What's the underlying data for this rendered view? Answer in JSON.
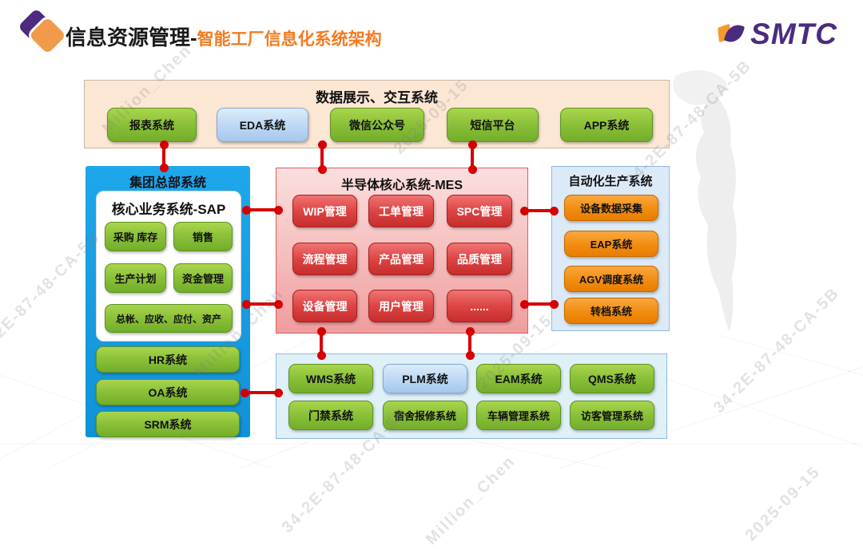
{
  "header": {
    "title_black": "信息资源管理-",
    "title_orange": "智能工厂信息化系统架构",
    "logo_text": "SMTC"
  },
  "top_box": {
    "title": "数据展示、交互系统",
    "buttons": [
      {
        "label": "报表系统",
        "variant": "green"
      },
      {
        "label": "EDA系统",
        "variant": "blue"
      },
      {
        "label": "微信公众号",
        "variant": "green"
      },
      {
        "label": "短信平台",
        "variant": "green"
      },
      {
        "label": "APP系统",
        "variant": "green"
      }
    ]
  },
  "group_box": {
    "title": "集团总部系统",
    "sap_box": {
      "title": "核心业务系统-SAP",
      "buttons": [
        "采购 库存",
        "销售",
        "生产计划",
        "资金管理",
        "总帐、应收、应付、资产"
      ]
    },
    "buttons": [
      "HR系统",
      "OA系统",
      "SRM系统"
    ]
  },
  "mes_box": {
    "title": "半导体核心系统-MES",
    "buttons": [
      "WIP管理",
      "工单管理",
      "SPC管理",
      "流程管理",
      "产品管理",
      "品质管理",
      "设备管理",
      "用户管理",
      "......"
    ]
  },
  "automation_box": {
    "title": "自动化生产系统",
    "buttons": [
      "设备数据采集",
      "EAP系统",
      "AGV调度系统",
      "转档系统"
    ]
  },
  "support_box": {
    "buttons": [
      {
        "label": "WMS系统",
        "variant": "green"
      },
      {
        "label": "PLM系统",
        "variant": "blue"
      },
      {
        "label": "EAM系统",
        "variant": "green"
      },
      {
        "label": "QMS系统",
        "variant": "green"
      },
      {
        "label": "门禁系统",
        "variant": "green"
      },
      {
        "label": "宿舍报修系统",
        "variant": "green"
      },
      {
        "label": "车辆管理系统",
        "variant": "green"
      },
      {
        "label": "访客管理系统",
        "variant": "green"
      }
    ]
  },
  "watermarks": [
    "34-2E-87-48-CA-5B",
    "Million_Chen",
    "2025-09-15"
  ],
  "colors": {
    "title_accent": "#f47a20",
    "brand_purple": "#4b2b80",
    "brand_orange": "#f09a4b",
    "connector_red": "#d60000",
    "chip_green": "#8cc23a",
    "chip_red": "#d23b3b",
    "chip_orange": "#f18d10",
    "chip_blue": "#bcd7f3",
    "group_box_blue": "#17a0e6",
    "mes_box_pink": "#f6bcbc",
    "top_box_peach": "#fce7d4",
    "light_blue_panel": "#dceaf7"
  }
}
